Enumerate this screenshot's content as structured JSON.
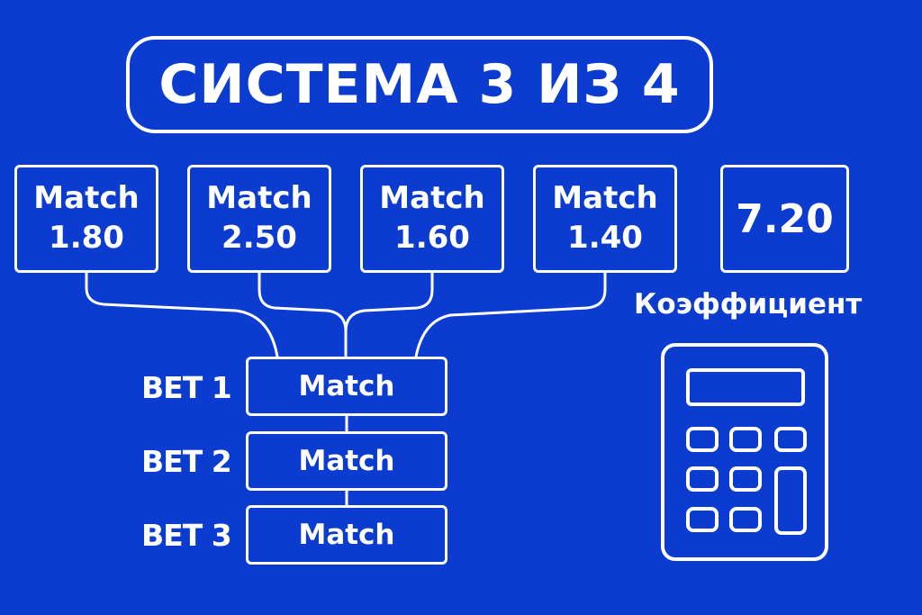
{
  "title": "СИСТЕМА 3 ИЗ 4",
  "matches": [
    {
      "label": "Match",
      "odds": "1.80"
    },
    {
      "label": "Match",
      "odds": "2.50"
    },
    {
      "label": "Match",
      "odds": "1.60"
    },
    {
      "label": "Match",
      "odds": "1.40"
    }
  ],
  "coefficient": {
    "value": "7.20",
    "label": "Коэффициент"
  },
  "bets": [
    {
      "label": "BET 1",
      "box_text": "Match"
    },
    {
      "label": "BET 2",
      "box_text": "Match"
    },
    {
      "label": "BET 3",
      "box_text": "Match"
    }
  ],
  "icons": [
    "calculator-icon"
  ],
  "colors": {
    "background": "#0b3ccf",
    "foreground": "#ffffff"
  }
}
